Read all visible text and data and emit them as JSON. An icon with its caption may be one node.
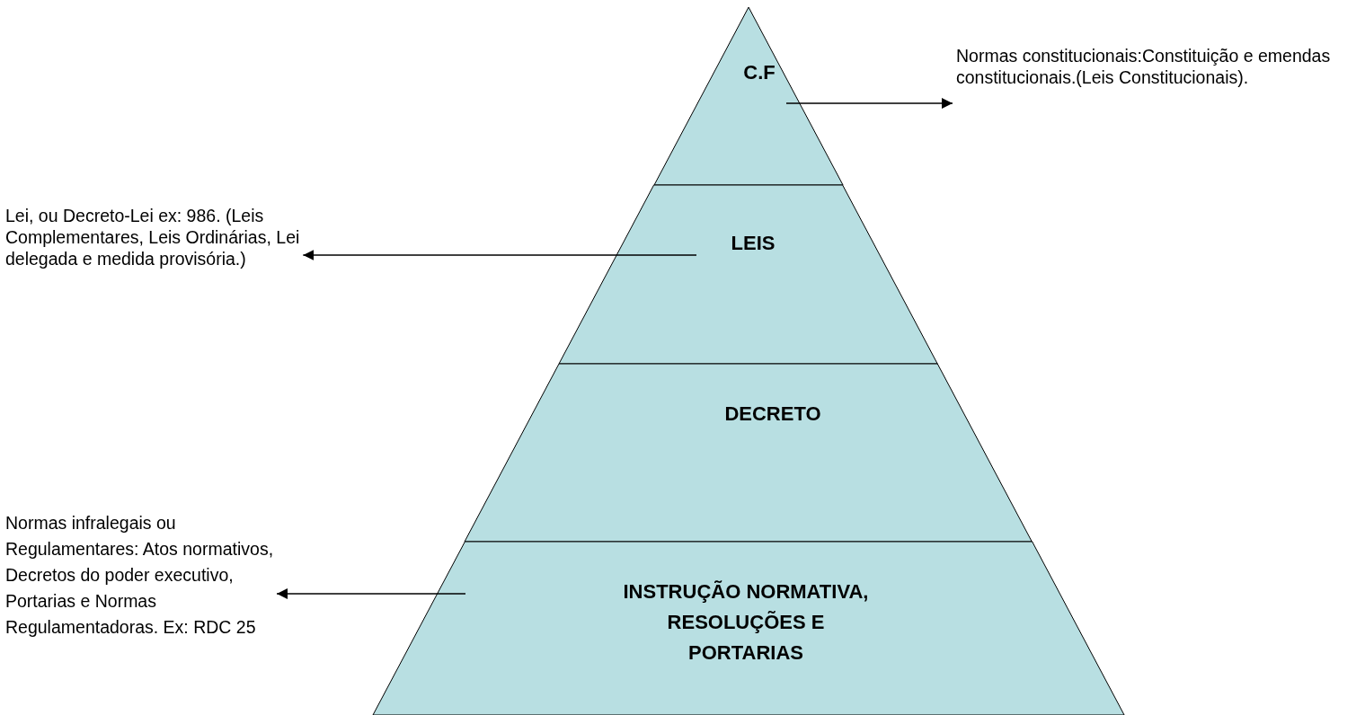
{
  "diagram": {
    "nodes": [
      {
        "text": [
          "C.F"
        ]
      },
      {
        "text": [
          "LEIS"
        ]
      },
      {
        "text": [
          "DECRETO"
        ]
      },
      {
        "text": [
          "INSTRUÇÃO NORMATIVA, RESOLUÇÕES E PORTARIAS"
        ]
      },
      {
        "text": [
          "Normas constitucionais:Constituição e emendas constitucionais.(Leis Constitucionais)."
        ]
      },
      {
        "text": [
          "Lei, ou Decreto-Lei ex: 986. (Leis Complementares, Leis Ordinárias, Lei delegada e medida provisória.)"
        ]
      },
      {
        "text": [
          "Normas infralegais ou Regulamentares: Atos normativos, Decretos do poder executivo, Portarias e Normas Regulamentadoras. Ex: RDC 25"
        ]
      }
    ],
    "edges": [
      {
        "from": 0,
        "to": 4,
        "arrow": "to"
      },
      {
        "from": 1,
        "to": 5,
        "arrow": "to"
      },
      {
        "from": 3,
        "to": 6,
        "arrow": "to"
      }
    ]
  }
}
